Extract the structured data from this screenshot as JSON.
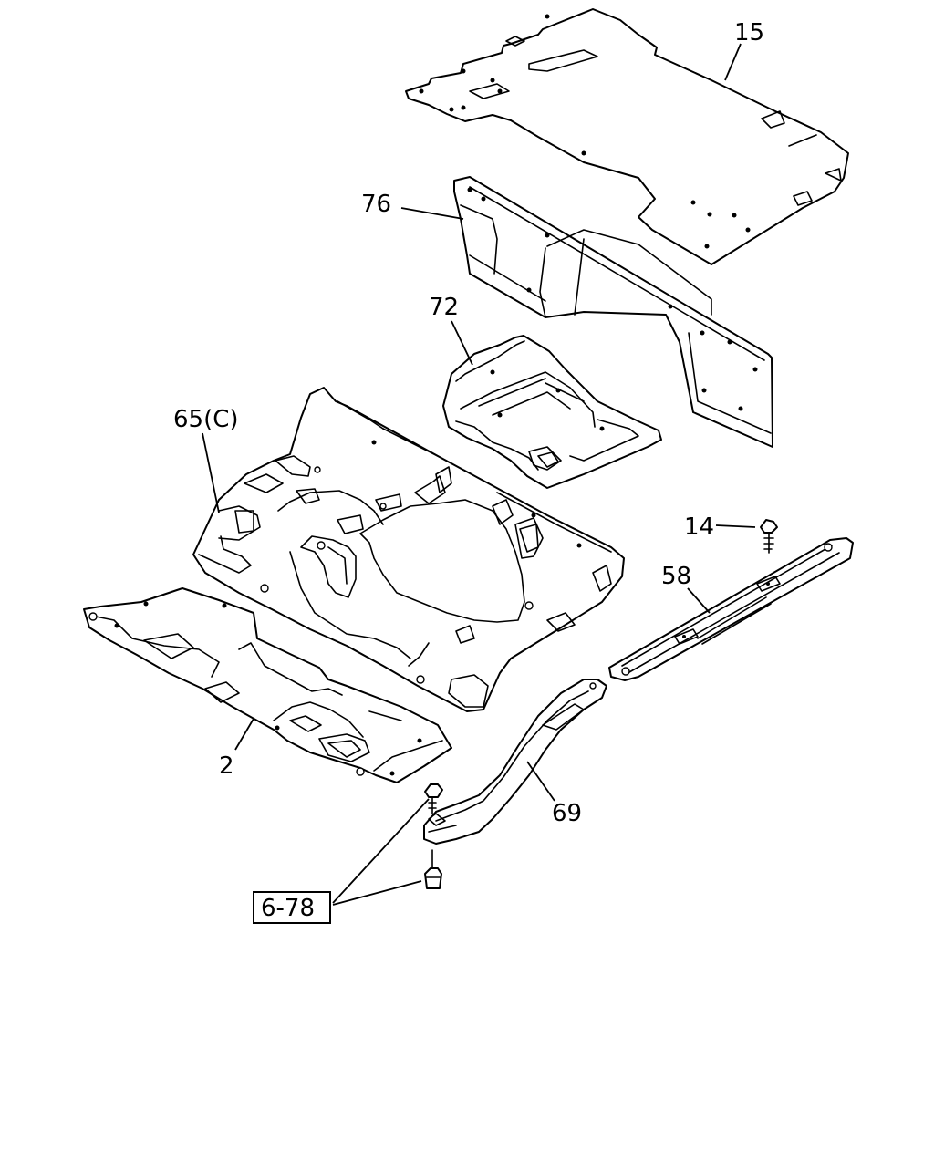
{
  "callouts": {
    "part_15": "15",
    "part_76": "76",
    "part_72": "72",
    "part_65c": "65(C)",
    "part_14": "14",
    "part_58": "58",
    "part_2": "2",
    "part_69": "69",
    "ref_6_78": "6-78"
  }
}
